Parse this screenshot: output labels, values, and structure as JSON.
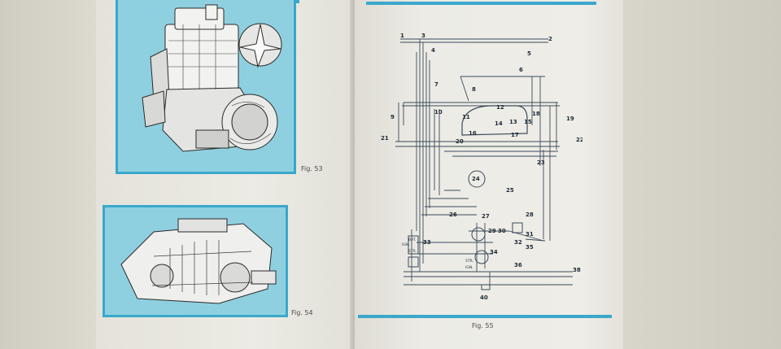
{
  "captions": {
    "fig53": "Fig. 53",
    "fig54": "Fig. 54",
    "fig55": "Fig. 55"
  },
  "diagram": {
    "component_numbers": [
      "1",
      "2",
      "3",
      "4",
      "5",
      "6",
      "7",
      "8",
      "9",
      "10",
      "11",
      "12",
      "13",
      "14",
      "15",
      "16",
      "17",
      "18",
      "19",
      "20",
      "21",
      "22",
      "23",
      "24",
      "25",
      "26",
      "27",
      "28",
      "29",
      "30",
      "31",
      "32",
      "33",
      "34",
      "35",
      "36",
      "38",
      "40"
    ],
    "terminal_labels": {
      "bat": "BAT.",
      "str": "STR.",
      "ign": "IGN."
    }
  },
  "colors": {
    "panel_fill": "#8fd0e0",
    "panel_border": "#3aa8cc",
    "wire": "#3b4a5a"
  }
}
